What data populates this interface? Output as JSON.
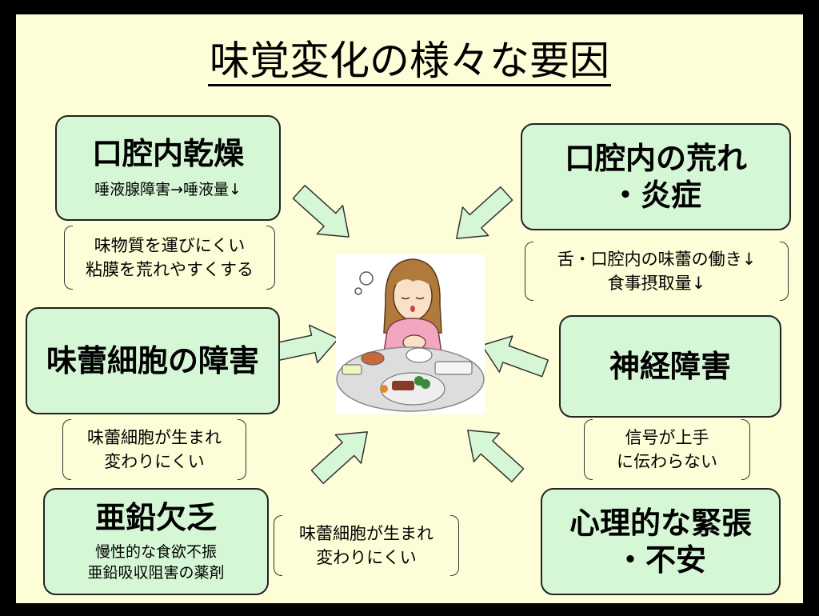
{
  "title": "味覚変化の様々な要因",
  "causes": {
    "mouth_dryness": {
      "heading": "口腔内乾燥",
      "detail": "唾液腺障害→唾液量↓",
      "note": [
        "味物質を運びにくい",
        "粘膜を荒れやすくする"
      ]
    },
    "mouth_inflammation": {
      "heading": [
        "口腔内の荒れ",
        "・炎症"
      ],
      "note": [
        "舌・口腔内の味蕾の働き↓",
        "食事摂取量↓"
      ]
    },
    "taste_bud_damage": {
      "heading": "味蕾細胞の障害",
      "note": [
        "味蕾細胞が生まれ",
        "変わりにくい"
      ]
    },
    "nerve_damage": {
      "heading": "神経障害",
      "note": [
        "信号が上手",
        "に伝わらない"
      ]
    },
    "zinc_deficiency": {
      "heading": "亜鉛欠乏",
      "detail": [
        "慢性的な食欲不振",
        "亜鉛吸収阻害の薬剤"
      ],
      "note": [
        "味蕾細胞が生まれ",
        "変わりにくい"
      ]
    },
    "psychological": {
      "heading": [
        "心理的な緊張",
        "・不安"
      ]
    }
  },
  "colors": {
    "background": "#fdfdd7",
    "box_fill": "#d6f7d6",
    "arrow_fill": "#d6f7d6",
    "frame": "#000000"
  },
  "illustration": {
    "icon": "woman-with-meal-illustration"
  }
}
